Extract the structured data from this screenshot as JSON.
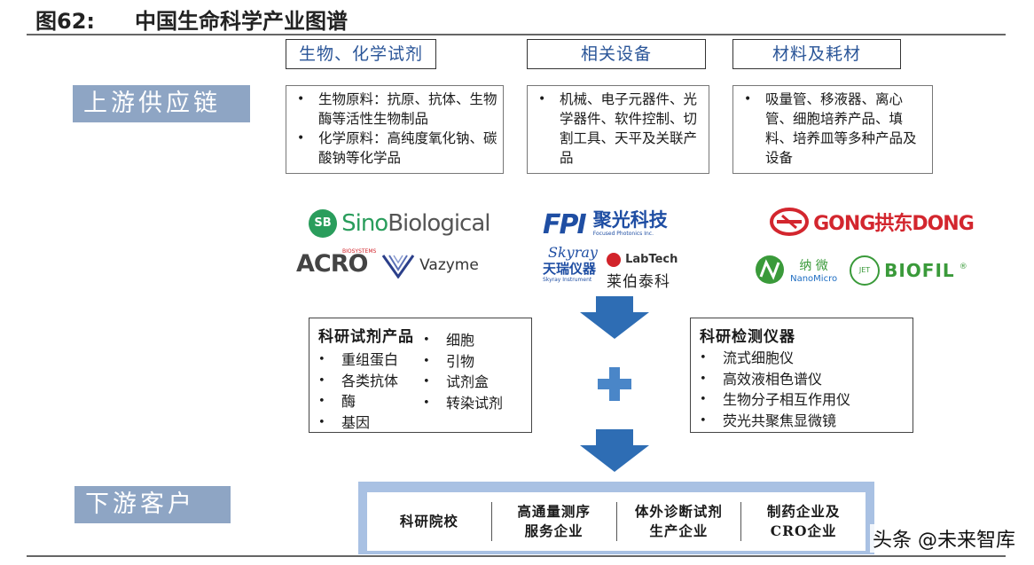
{
  "header": {
    "figure_number": "图62:",
    "figure_title": "中国生命科学产业图谱"
  },
  "stages": {
    "upstream": "上游供应链",
    "downstream": "下游客户"
  },
  "categories": [
    {
      "title": "生物、化学试剂",
      "bullets": [
        "生物原料：抗原、抗体、生物酶等活性生物制品",
        "化学原料：高纯度氧化钠、碳酸钠等化学品"
      ]
    },
    {
      "title": "相关设备",
      "bullets": [
        "机械、电子元器件、光学器件、软件控制、切割工具、天平及关联产品"
      ]
    },
    {
      "title": "材料及耗材",
      "bullets": [
        "吸量管、移液器、离心管、细胞培养产品、填料、培养皿等多种产品及设备"
      ]
    }
  ],
  "logos": {
    "sino_biological": {
      "mark": "SB",
      "text_a": "Sino",
      "text_b": "Biological"
    },
    "acro": {
      "small": "BIOSYSTEMS",
      "text": "ACRO"
    },
    "vazyme": {
      "text": "Vazyme"
    },
    "fpi": {
      "mark": "FPI",
      "cn": "聚光科技",
      "en": "Focused Photonics Inc."
    },
    "skyray": {
      "script": "Skyray",
      "cn": "天瑞仪器",
      "en": "Skyray Instrument"
    },
    "labtech": {
      "text": "LabTech",
      "cn": "莱伯泰科"
    },
    "gongdong": {
      "text": "GONG拱东DONG"
    },
    "nanomicro": {
      "cn": "纳 微",
      "en": "NanoMicro"
    },
    "biofil": {
      "mark": "JET",
      "text": "BIOFIL",
      "reg": "®"
    }
  },
  "reagent_products": {
    "title": "科研试剂产品",
    "col1": [
      "重组蛋白",
      "各类抗体",
      "酶",
      "基因"
    ],
    "col2": [
      "细胞",
      "引物",
      "试剂盒",
      "转染试剂"
    ]
  },
  "instruments": {
    "title": "科研检测仪器",
    "items": [
      "流式细胞仪",
      "高效液相色谱仪",
      "生物分子相互作用仪",
      "荧光共聚焦显微镜"
    ]
  },
  "customers": [
    {
      "line1": "科研院校",
      "line2": ""
    },
    {
      "line1": "高通量测序",
      "line2": "服务企业"
    },
    {
      "line1": "体外诊断试剂",
      "line2": "生产企业"
    },
    {
      "line1": "制药企业及",
      "line2": "CRO企业"
    }
  ],
  "watermark": "头条 @未来智库",
  "colors": {
    "category_title": "#2a5598",
    "stage_bg": "#8ea5c4",
    "arrow": "#2e6db4",
    "plus": "#4a86c8",
    "customer_frame": "#a9c1e3",
    "sino_green": "#2a9d5c",
    "acro_red": "#d2232a",
    "fpi_blue": "#1f4ea3",
    "gongdong_red": "#d3262e",
    "nano_green": "#3a9a3a",
    "nano_blue": "#1c6cc2"
  }
}
